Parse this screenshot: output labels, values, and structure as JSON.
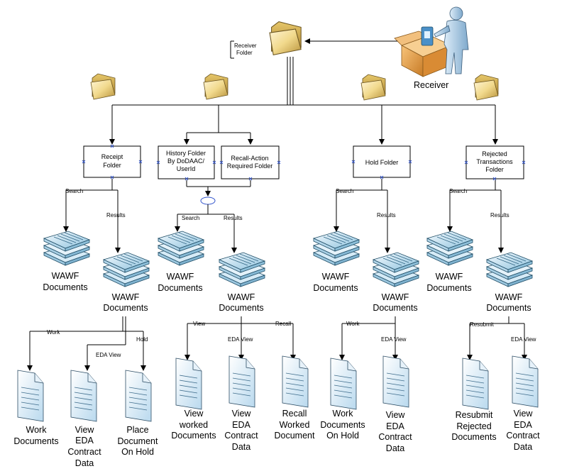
{
  "receiver": {
    "label": "Receiver",
    "folder_label": [
      "Receiver",
      "Folder"
    ]
  },
  "folders": {
    "receipt": [
      "Receipt",
      "Folder"
    ],
    "history": [
      "History Folder",
      "By DoDAAC/",
      "UserId"
    ],
    "recall": [
      "Recall-Action",
      "Required Folder"
    ],
    "hold": [
      "Hold Folder"
    ],
    "rejected": [
      "Rejected",
      "Transactions",
      "Folder"
    ]
  },
  "edge_labels": {
    "search": "Search",
    "results": "Results",
    "work": "Work",
    "edaview": "EDA View",
    "hold": "Hold",
    "view": "View",
    "recall": "Recall",
    "resubmit": "Resubmit"
  },
  "stacks": {
    "wawf": [
      "WAWF",
      "Documents"
    ]
  },
  "outputs": {
    "work_docs": [
      "Work",
      "Documents"
    ],
    "view_eda": [
      "View",
      "EDA",
      "Contract",
      "Data"
    ],
    "place_hold": [
      "Place",
      "Document",
      "On Hold"
    ],
    "view_worked": [
      "View",
      "worked",
      "Documents"
    ],
    "recall_worked": [
      "Recall",
      "Worked",
      "Document"
    ],
    "work_on_hold": [
      "Work",
      "Documents",
      "On Hold"
    ],
    "resubmit_rejected": [
      "Resubmit",
      "Rejected",
      "Documents"
    ]
  }
}
